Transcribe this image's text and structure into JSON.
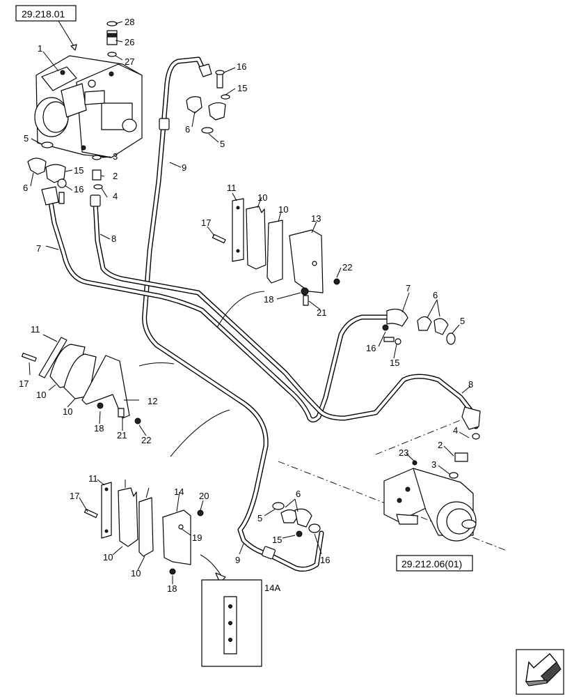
{
  "refs": {
    "top_left": "29.218.01",
    "bottom_right": "29.212.06(01)"
  },
  "inset_label": "14A",
  "callouts": {
    "c1": "1",
    "c2a": "2",
    "c2b": "2",
    "c3a": "3",
    "c3b": "3",
    "c4a": "4",
    "c4b": "4",
    "c5a": "5",
    "c5b": "5",
    "c5c": "5",
    "c5d": "5",
    "c6a": "6",
    "c6b": "6",
    "c6c": "6",
    "c6d": "6",
    "c7a": "7",
    "c7b": "7",
    "c8a": "8",
    "c8b": "8",
    "c9a": "9",
    "c9b": "9",
    "c10a": "10",
    "c10b": "10",
    "c10c": "10",
    "c10d": "10",
    "c10e": "10",
    "c10f": "10",
    "c11a": "11",
    "c11b": "11",
    "c11c": "11",
    "c12": "12",
    "c13": "13",
    "c14": "14",
    "c15a": "15",
    "c15b": "15",
    "c15c": "15",
    "c15d": "15",
    "c16a": "16",
    "c16b": "16",
    "c16c": "16",
    "c16d": "16",
    "c17a": "17",
    "c17b": "17",
    "c17c": "17",
    "c18a": "18",
    "c18b": "18",
    "c18c": "18",
    "c19": "19",
    "c20": "20",
    "c21a": "21",
    "c21b": "21",
    "c22a": "22",
    "c22b": "22",
    "c23": "23",
    "c26": "26",
    "c27": "27",
    "c28": "28"
  },
  "icons": {
    "nav_arrow": "arrow-icon"
  }
}
